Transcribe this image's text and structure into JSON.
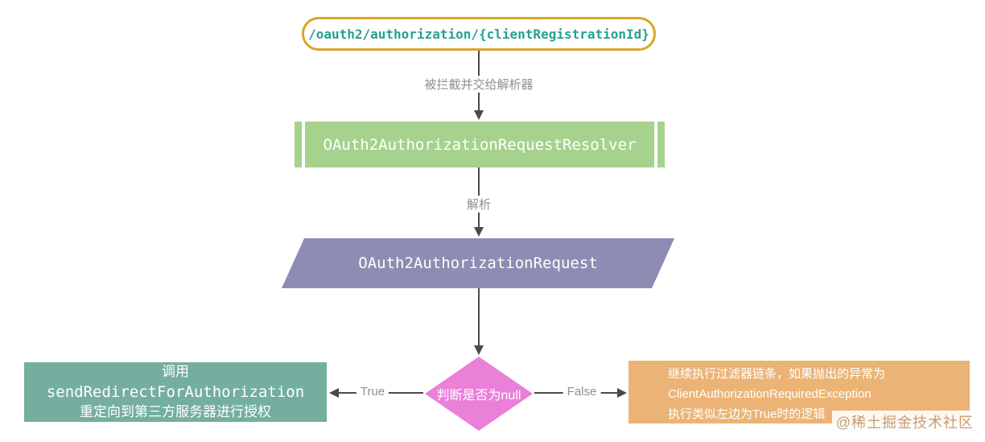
{
  "nodes": {
    "endpoint": {
      "label": "/oauth2/authorization/{clientRegistrationId}"
    },
    "resolver": {
      "label": "OAuth2AuthorizationRequestResolver"
    },
    "request": {
      "label": "OAuth2AuthorizationRequest"
    },
    "decision": {
      "label": "判断是否为null"
    },
    "true_branch": {
      "line1": "调用",
      "line2": "sendRedirectForAuthorization",
      "line3": "重定向到第三方服务器进行授权"
    },
    "false_branch": {
      "line1": "继续执行过滤器链条，如果抛出的异常为",
      "line2": "ClientAuthorizationRequiredException",
      "line3": "执行类似左边为True时的逻辑"
    }
  },
  "edges": {
    "intercept_label": "被拦截并交给解析器",
    "parse_label": "解析",
    "true_label": "True",
    "false_label": "False"
  },
  "watermark": "@稀土掘金技术社区",
  "colors": {
    "endpoint_border": "#D9A62B",
    "endpoint_text": "#26A28A",
    "resolver_fill": "#A6D28E",
    "request_fill": "#8E8CB2",
    "decision_fill": "#EA80D8",
    "true_box_fill": "#74AE9F",
    "false_box_fill": "#EBB476",
    "arrow": "#4A4A4A",
    "edge_label_text": "#8F8F8F",
    "watermark_text": "#C49A6C"
  }
}
